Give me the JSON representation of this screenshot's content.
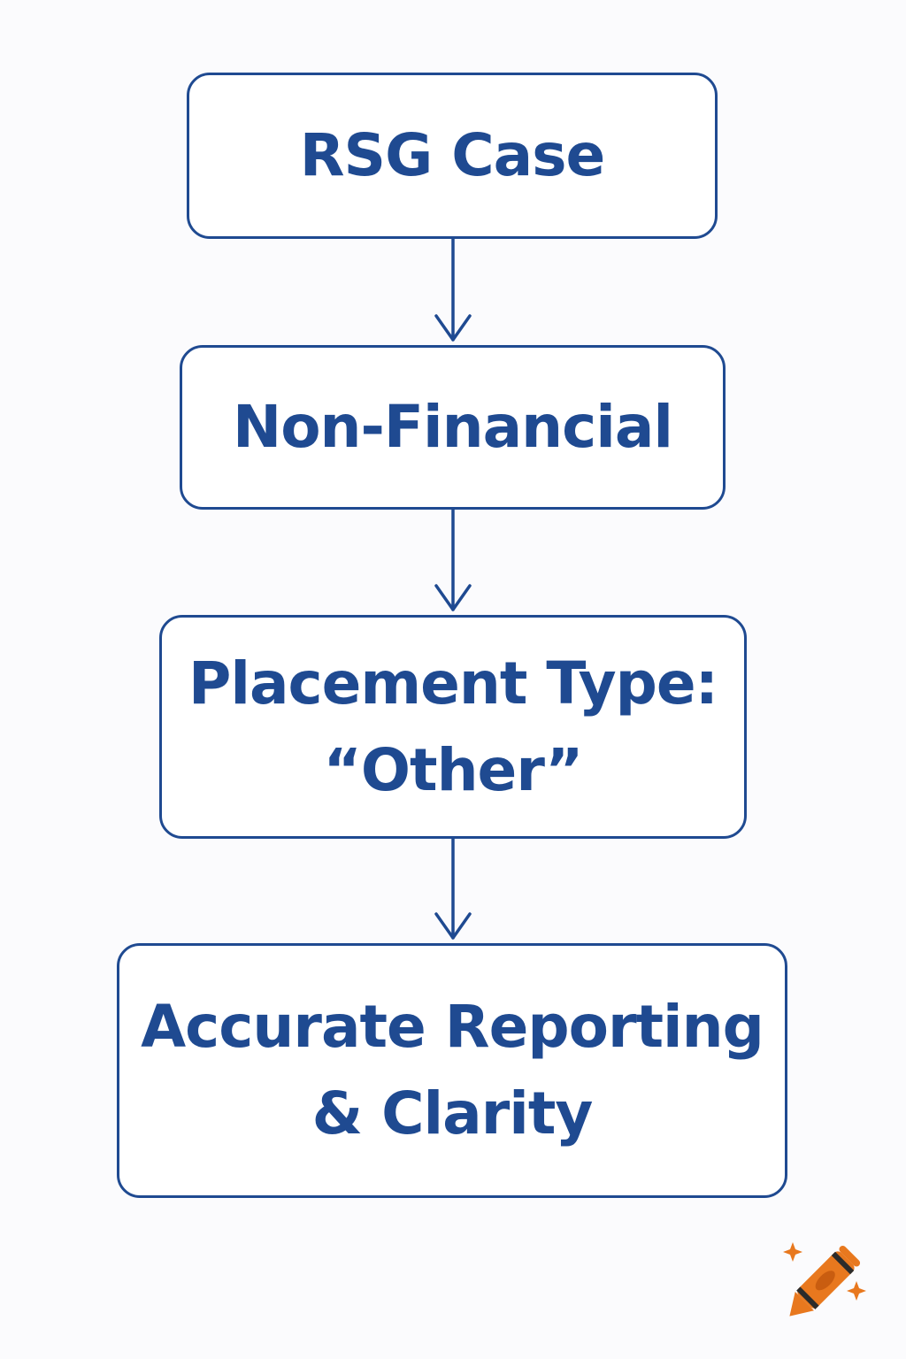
{
  "diagram": {
    "nodes": [
      {
        "id": "n1",
        "lines": [
          "RSG Case"
        ]
      },
      {
        "id": "n2",
        "lines": [
          "Non-Financial"
        ]
      },
      {
        "id": "n3",
        "lines": [
          "Placement Type:",
          "“Other”"
        ]
      },
      {
        "id": "n4",
        "lines": [
          "Accurate Reporting",
          "& Clarity"
        ]
      }
    ],
    "edges": [
      {
        "from": "n1",
        "to": "n2"
      },
      {
        "from": "n2",
        "to": "n3"
      },
      {
        "from": "n3",
        "to": "n4"
      }
    ]
  },
  "watermark": {
    "icon": "crayon-icon"
  },
  "colors": {
    "stroke": "#1f4a91",
    "text": "#1f4a91",
    "background": "#fbfbfd",
    "crayon_body": "#e8781e",
    "crayon_band": "#2b2b2b"
  }
}
